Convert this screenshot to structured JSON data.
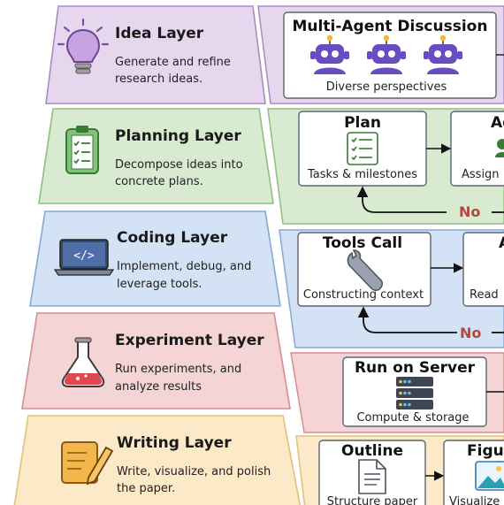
{
  "layers": [
    {
      "title": "Idea Layer",
      "desc1": "Generate and refine",
      "desc2": "research ideas.",
      "icon": "lightbulb-icon",
      "fill": "#e6d7ee",
      "stroke": "#a98bc2"
    },
    {
      "title": "Planning Layer",
      "desc1": "Decompose ideas into",
      "desc2": "concrete plans.",
      "icon": "clipboard-icon",
      "fill": "#d8ead0",
      "stroke": "#8fbf7f"
    },
    {
      "title": "Coding Layer",
      "desc1": "Implement, debug, and",
      "desc2": "leverage tools.",
      "icon": "laptop-code-icon",
      "fill": "#d3e2f4",
      "stroke": "#86a8d2"
    },
    {
      "title": "Experiment Layer",
      "desc1": "Run experiments, and",
      "desc2": "analyze results",
      "icon": "flask-icon",
      "fill": "#f4d4d4",
      "stroke": "#d48e8e"
    },
    {
      "title": "Writing Layer",
      "desc1": "Write, visualize, and polish",
      "desc2": "the paper.",
      "icon": "pencil-paper-icon",
      "fill": "#fbe9c7",
      "stroke": "#e1c178"
    }
  ],
  "cards": {
    "multi_agent": {
      "title": "Multi-Agent Discussion",
      "sub": "Diverse perspectives"
    },
    "plan": {
      "title": "Plan",
      "sub": "Tasks & milestones"
    },
    "assign": {
      "title": "Ag",
      "sub": "Assign"
    },
    "tools_call": {
      "title": "Tools Call",
      "sub": "Constructing context"
    },
    "read": {
      "title": "A",
      "sub": "Read"
    },
    "run_server": {
      "title": "Run on Server",
      "sub": "Compute & storage"
    },
    "outline": {
      "title": "Outline",
      "sub": "Structure paper"
    },
    "figure": {
      "title": "Figu",
      "sub": "Visualize"
    }
  },
  "feedback": {
    "planning_no": "No",
    "coding_no": "No"
  }
}
